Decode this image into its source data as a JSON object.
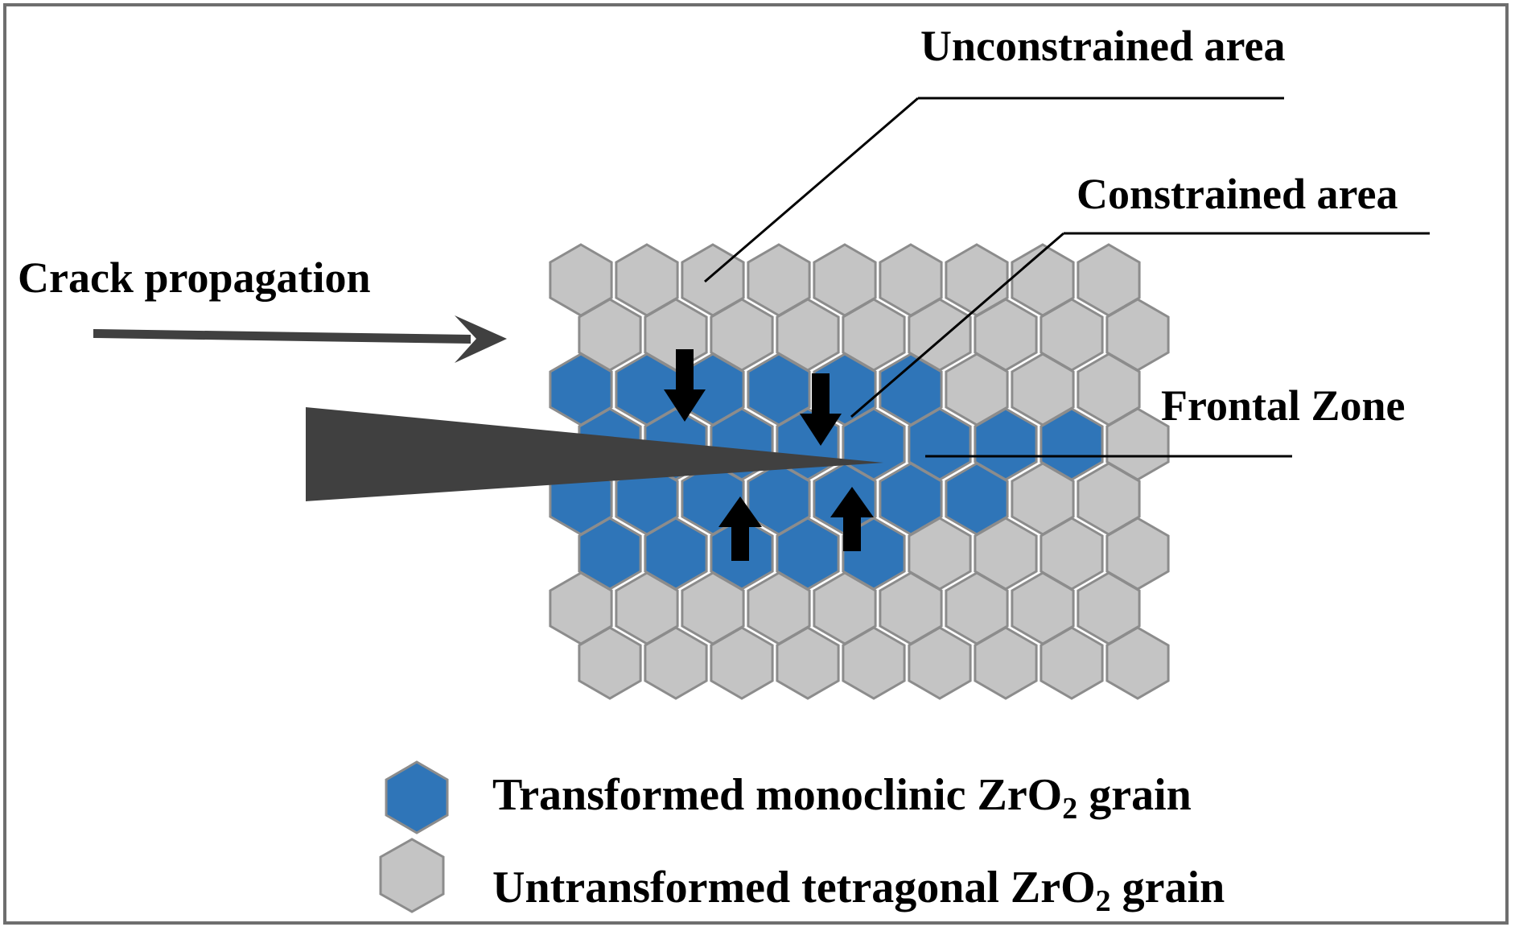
{
  "labels": {
    "unconstrained": "Unconstrained area",
    "constrained": "Constrained area",
    "crack": "Crack propagation",
    "frontal": "Frontal Zone"
  },
  "legend": {
    "transformed": {
      "pre": "Transformed monoclinic ZrO",
      "sub": "2",
      "post": " grain"
    },
    "untransformed": {
      "pre": "Untransformed tetragonal ZrO",
      "sub": "2",
      "post": " grain"
    }
  },
  "colors": {
    "transformed": "#2f75b8",
    "untransformed": "#c4c4c4",
    "hex_stroke": "#8c8c8c",
    "crack": "#404040",
    "arrow": "#000000",
    "frame": "#6e6e6e"
  },
  "icons": {
    "stress_arrow": "block-arrow",
    "crack_arrow": "long-arrow-right"
  }
}
